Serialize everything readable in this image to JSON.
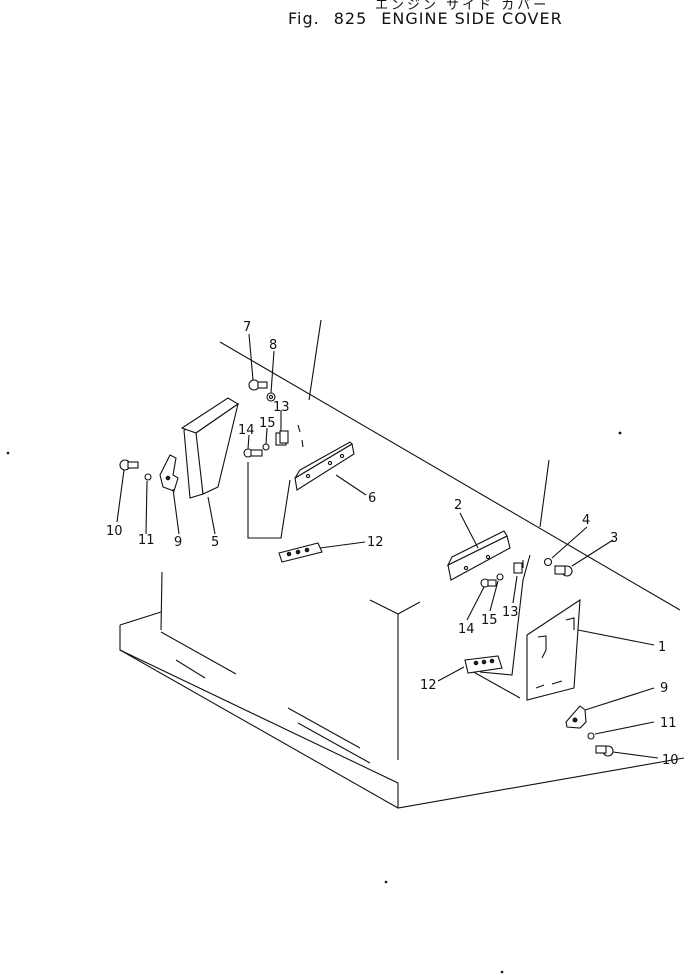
{
  "title": {
    "japanese": "エンジン  サイド  カバー",
    "fig_label": "Fig.",
    "fig_number": "825",
    "english": "ENGINE SIDE COVER"
  },
  "callouts": [
    {
      "id": "c7",
      "text": "7"
    },
    {
      "id": "c8",
      "text": "8"
    },
    {
      "id": "c13a",
      "text": "13"
    },
    {
      "id": "c15a",
      "text": "15"
    },
    {
      "id": "c14a",
      "text": "14"
    },
    {
      "id": "c6",
      "text": "6"
    },
    {
      "id": "c10a",
      "text": "10"
    },
    {
      "id": "c11a",
      "text": "11"
    },
    {
      "id": "c9a",
      "text": "9"
    },
    {
      "id": "c5",
      "text": "5"
    },
    {
      "id": "c12a",
      "text": "12"
    },
    {
      "id": "c2",
      "text": "2"
    },
    {
      "id": "c4",
      "text": "4"
    },
    {
      "id": "c3",
      "text": "3"
    },
    {
      "id": "c13b",
      "text": "13"
    },
    {
      "id": "c15b",
      "text": "15"
    },
    {
      "id": "c14b",
      "text": "14"
    },
    {
      "id": "c1",
      "text": "1"
    },
    {
      "id": "c12b",
      "text": "12"
    },
    {
      "id": "c9b",
      "text": "9"
    },
    {
      "id": "c11b",
      "text": "11"
    },
    {
      "id": "c10b",
      "text": "10"
    }
  ]
}
